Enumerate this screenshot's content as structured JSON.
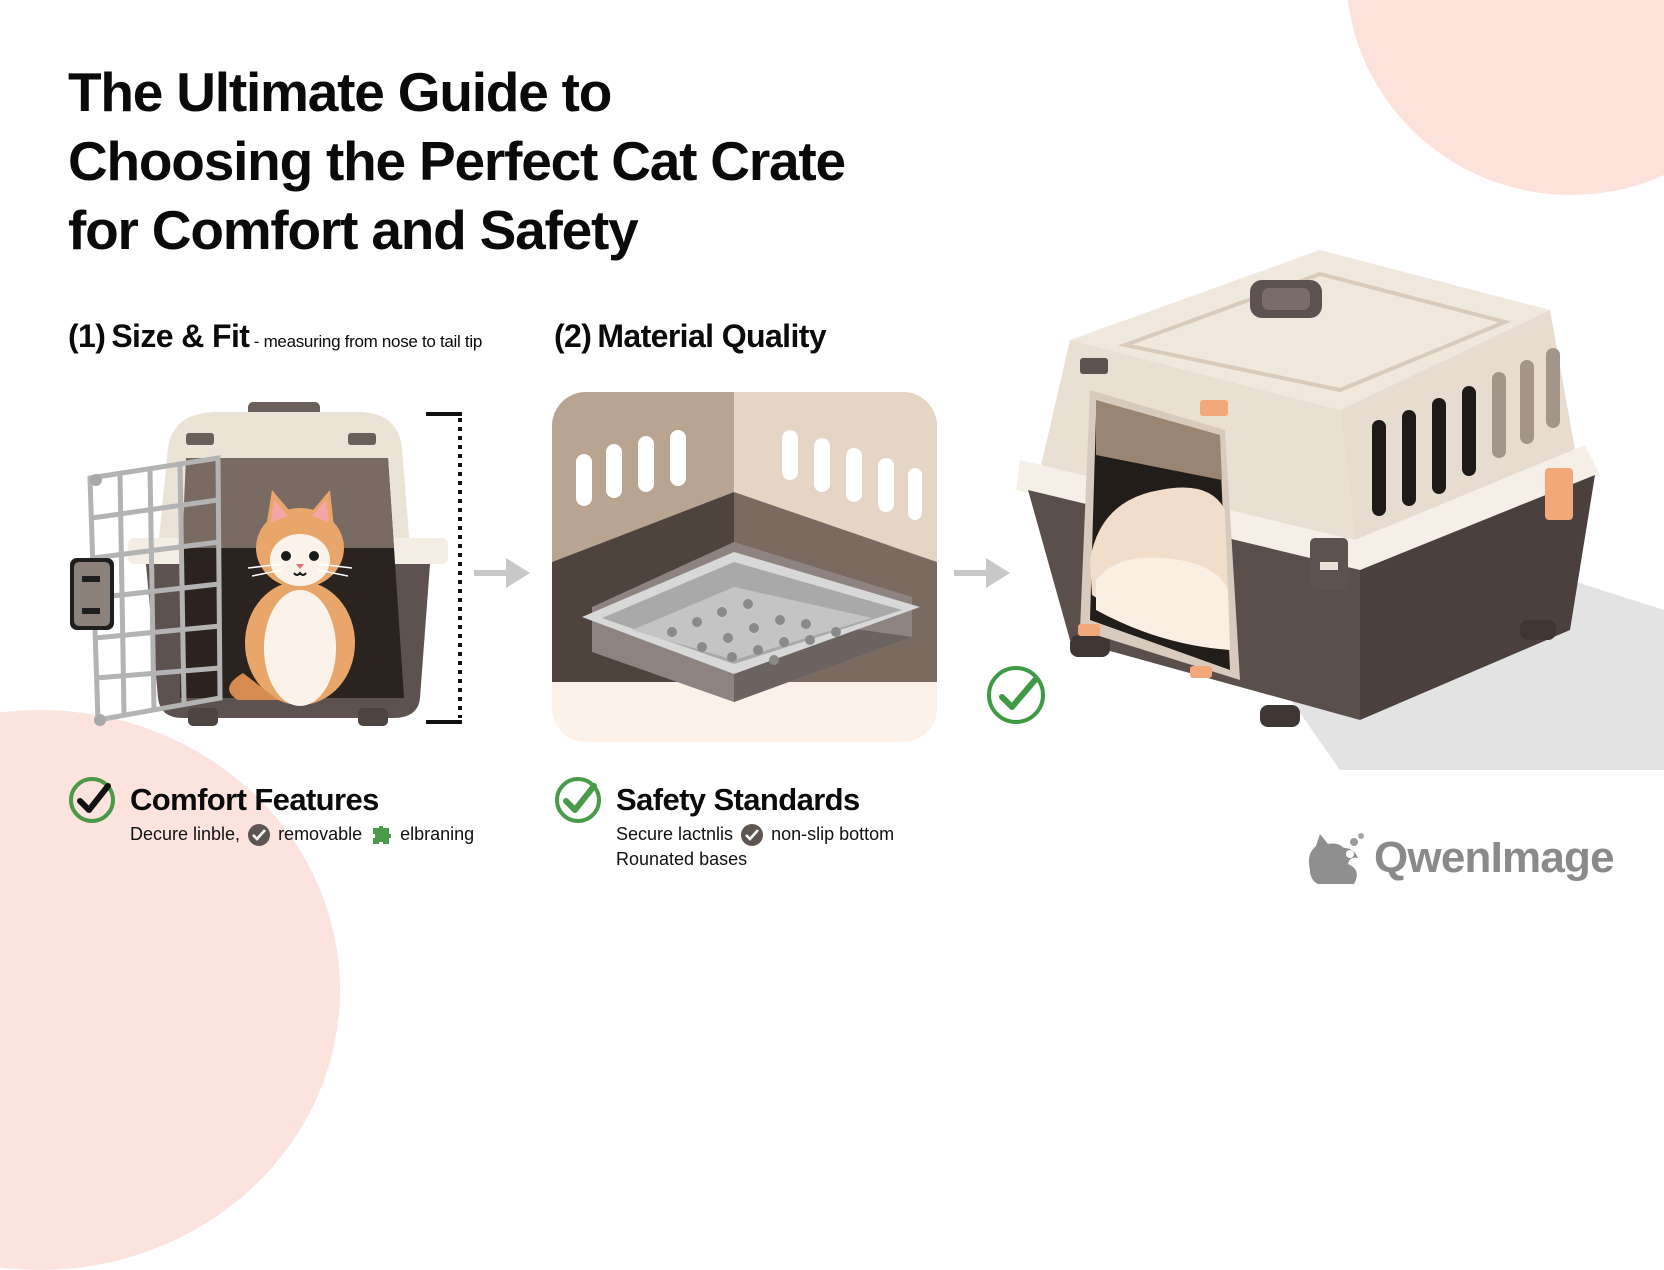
{
  "title": {
    "lines": [
      "The Ultimate Guide to",
      "Choosing the Perfect Cat Crate",
      "for Comfort and Safety"
    ]
  },
  "steps": [
    {
      "number": "(1)",
      "label": "Size & Fit",
      "separator": " - ",
      "sublabel": "measuring from nose to tail tip"
    },
    {
      "number": "(2)",
      "label": "Material Quality"
    }
  ],
  "features": [
    {
      "title": "Comfort Features",
      "icon": "check-circle-icon",
      "lines": [
        {
          "parts": [
            {
              "text": "Decure linble,"
            },
            {
              "icon": "mini-check-icon"
            },
            {
              "text": "removable"
            },
            {
              "icon": "green-puzzle-icon"
            },
            {
              "text": "elbraning"
            }
          ]
        }
      ]
    },
    {
      "title": "Safety Standards",
      "icon": "check-circle-icon",
      "lines": [
        {
          "parts": [
            {
              "text": "Secure lactnlis"
            },
            {
              "icon": "mini-check-icon"
            },
            {
              "text": "non-slip bottom"
            }
          ]
        },
        {
          "parts": [
            {
              "text": "Rounated bases"
            }
          ]
        }
      ]
    }
  ],
  "illustrations": {
    "crate_small": "cat-in-crate-illustration",
    "material_panel": "crate-tray-illustration",
    "crate_large": "large-crate-with-bedding-illustration"
  },
  "logo": {
    "text": "QwenImage",
    "icon": "qwen-cat-logo-icon"
  },
  "colors": {
    "accent_green": "#4a9a4a",
    "blush": "#fde2dc",
    "crate_beige": "#ede3d6",
    "crate_brown": "#5a4d49",
    "orange_clip": "#f2a878",
    "logo_gray": "#8a8a8a"
  }
}
